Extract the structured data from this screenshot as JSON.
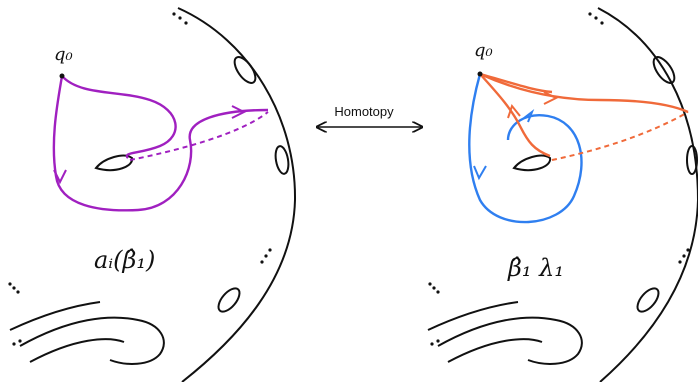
{
  "colors": {
    "ink": "#111111",
    "purple": "#a020c0",
    "orange": "#f06a3a",
    "blue": "#2f7ff0"
  },
  "center": {
    "label": "Homotopy"
  },
  "left_panel": {
    "basepoint": "q₀",
    "path_label": "aᵢ(β̂₁)"
  },
  "right_panel": {
    "basepoint": "q₀",
    "path_label": "β̂₁ λ₁"
  }
}
